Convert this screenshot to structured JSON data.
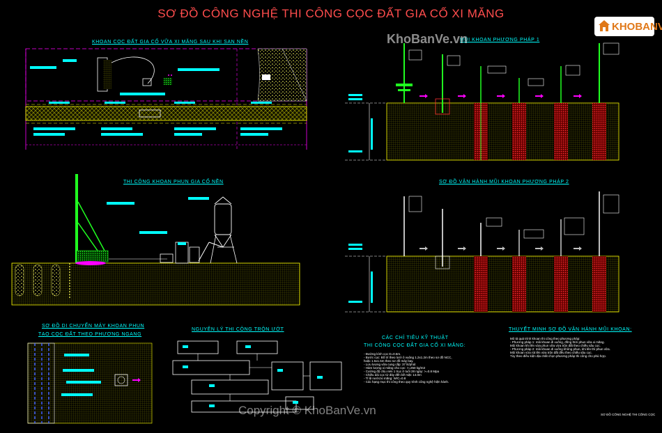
{
  "title": "SƠ ĐỒ CÔNG NGHỆ THI CÔNG CỌC ĐẤT GIA CỐ XI MĂNG",
  "sections": {
    "plan_top": "KHOAN CỌC ĐẤT GIA CỐ VỮA XI MĂNG SAU KHI SAN NỀN",
    "method1": "MŨI KHOAN PHƯƠNG PHÁP 1",
    "drilling": "THI CÔNG KHOAN PHUN GIA CỐ NỀN",
    "method2": "SƠ ĐỒ VẬN HÀNH MŨI KHOAN PHƯƠNG PHÁP 2",
    "move_line1": "SƠ ĐỒ DI CHUYỂN MÁY KHOAN PHUN",
    "move_line2": "TẠO CỌC ĐẤT THEO PHƯƠNG NGANG",
    "principle": "NGUYÊN LÝ THI CÔNG TRỘN ƯỚT",
    "spec_line1": "CÁC CHỈ TIÊU KỸ THUẬT",
    "spec_line2": "THI CÔNG CỌC ĐẤT GIA CỐ XI MĂNG:",
    "explain": "THUYẾT MINH SƠ ĐỒ VẬN HÀNH MŨI KHOAN:"
  },
  "spec_items": [
    "- Đường kính cọc D=0.6m.",
    "- Bước cọc: Bố trí theo lưới ô vuông 1.2x1.2m theo sơ đồ NCC,",
    "  hoặc 1.5x1.5m theo sơ đồ máy bay.",
    "- Lưu lượng vữa cung cấp: 37 lit/phút",
    "- Hàm lượng xi măng cho cọc: >=250 kg/m3",
    "- Cường độ chịu nén 1 trục ở tuổi 28 ngày: >=0.8 Mpa",
    "- Chiều dài cọc từ đáy đến bề mặt: 14.0m",
    "- Tỉ lệ nước/xi măng: W/C=0.8",
    "- Các hạng mục thi công theo quy trình công nghệ hiện hành."
  ],
  "explain_items": [
    "Mô tả quá trình khoan thi công theo phương pháp:",
    "- Phương pháp 1: mũi khoan đi xuống, đồng thời phun vữa xi măng.",
    "  Mũi khoan khi lên vừa phun vữa vừa trộn đất theo chiều sâu cọc.",
    "- Phương pháp 2: mũi khoan đi xuống không phun, khi lên thì phun vữa.",
    "  Mũi khoan vừa rút lên vừa trộn đất đều theo chiều sâu cọc.",
    "Tùy theo điều kiện địa chất chọn phương pháp thi công cho phù hợp."
  ],
  "watermarks": {
    "top": "KhoBanVe.vn",
    "bottom": "Copyright © KhoBanVe.vn"
  },
  "logo": "KHOBANVE",
  "corner_note": "SƠ ĐỒ CÔNG NGHỆ THI CÔNG CỌC",
  "colors": {
    "title": "#ff4d4d",
    "cad_cyan": "#00ffff",
    "cad_yellow": "#ffff00",
    "cad_green": "#00ff00",
    "cad_red": "#ff2020",
    "cad_magenta": "#ff00ff",
    "logo_orange": "#e07818"
  }
}
